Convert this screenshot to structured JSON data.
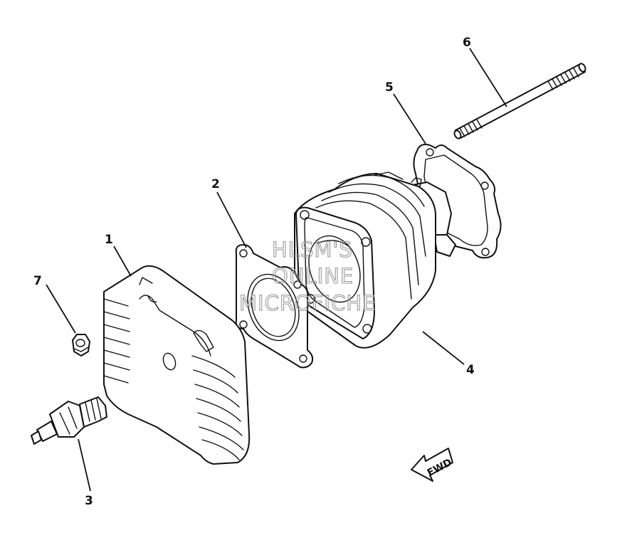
{
  "callouts": [
    {
      "id": "1",
      "label": "1"
    },
    {
      "id": "2",
      "label": "2"
    },
    {
      "id": "3",
      "label": "3"
    },
    {
      "id": "4",
      "label": "4"
    },
    {
      "id": "5",
      "label": "5"
    },
    {
      "id": "6",
      "label": "6"
    },
    {
      "id": "7",
      "label": "7"
    }
  ],
  "watermark": {
    "line1": "HLSM'S",
    "line2": "ONLINE",
    "line3": "MICROFICHE"
  },
  "direction_arrow": {
    "label": "FWD"
  }
}
